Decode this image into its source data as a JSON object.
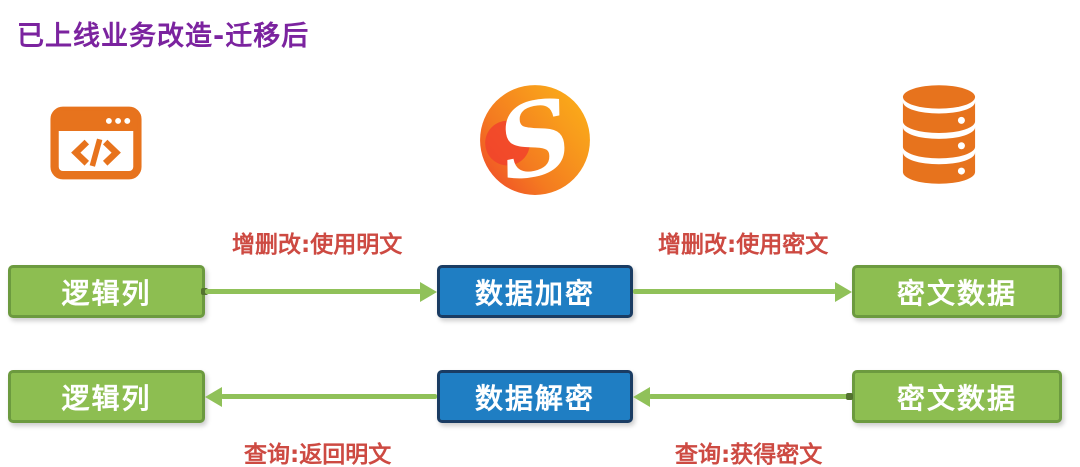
{
  "title": "已上线业务改造-迁移后",
  "colors": {
    "title": "#7B239F",
    "edge_label": "#CD4A42",
    "node_green_fill": "#8DBE51",
    "node_green_border": "#6C9A3F",
    "node_blue_fill": "#1F7EC3",
    "node_blue_border": "#1A3C63",
    "arrow_green": "#90C159",
    "icon_orange": "#E7731D"
  },
  "icons": {
    "left": "code-window-icon",
    "center": "flame-s-logo-icon",
    "right": "database-icon"
  },
  "rows": [
    {
      "direction": "right",
      "labels": {
        "left": "增删改:使用明文",
        "right": "增删改:使用密文"
      },
      "nodes": [
        {
          "label": "逻辑列",
          "style": "green"
        },
        {
          "label": "数据加密",
          "style": "blue"
        },
        {
          "label": "密文数据",
          "style": "green"
        }
      ]
    },
    {
      "direction": "left",
      "labels": {
        "left": "查询:返回明文",
        "right": "查询:获得密文"
      },
      "nodes": [
        {
          "label": "逻辑列",
          "style": "green"
        },
        {
          "label": "数据解密",
          "style": "blue"
        },
        {
          "label": "密文数据",
          "style": "green"
        }
      ]
    }
  ]
}
